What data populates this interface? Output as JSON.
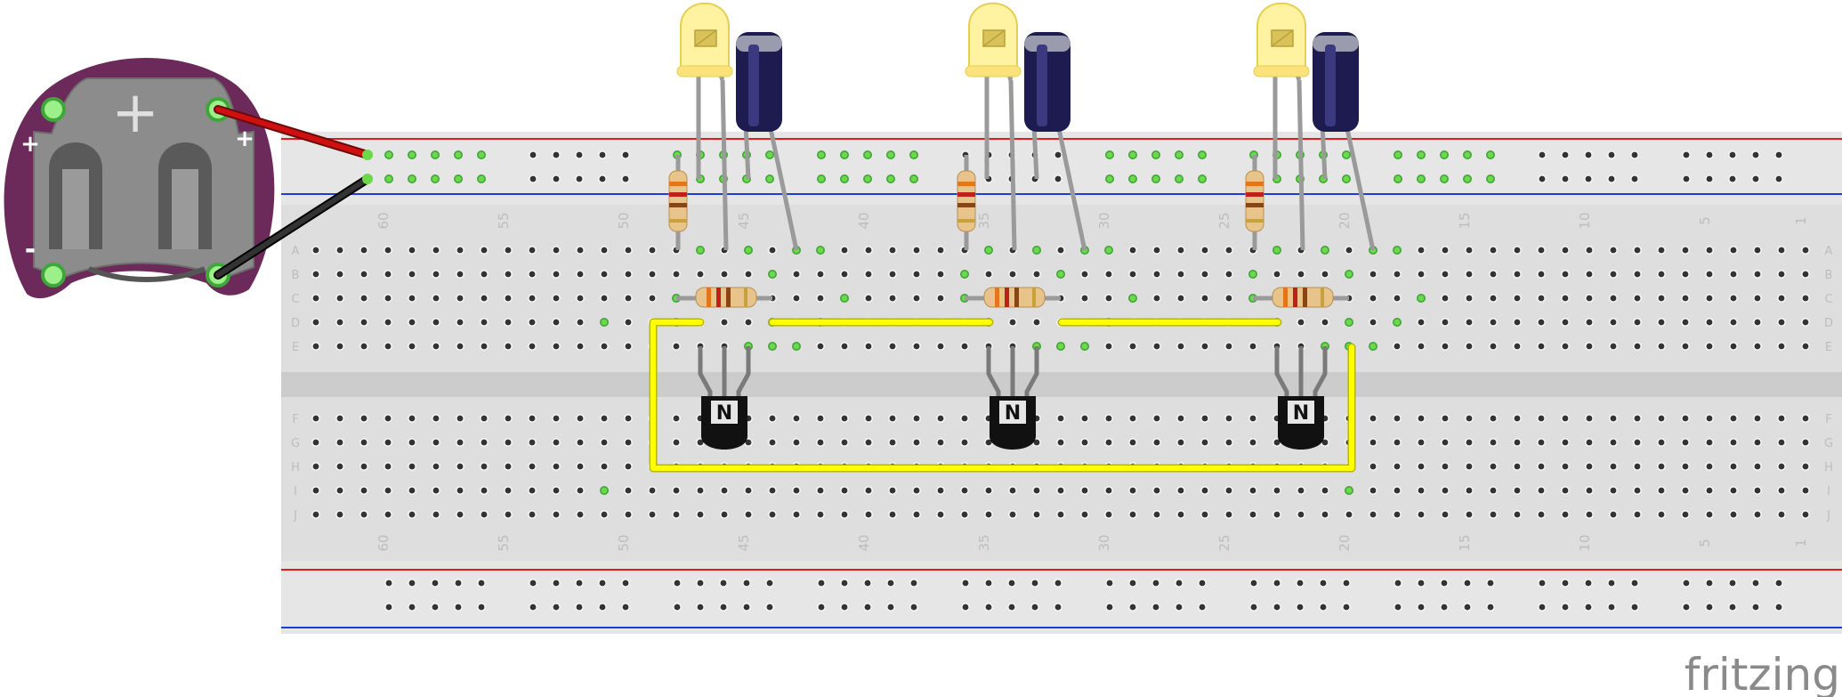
{
  "app": {
    "brand": "fritzing"
  },
  "battery": {
    "plus_top": "+",
    "plus_right": "+",
    "plus_left": "+",
    "minus_left": "-"
  },
  "breadboard": {
    "columns": 63,
    "row_labels_top": [
      "A",
      "B",
      "C",
      "D",
      "E"
    ],
    "row_labels_bottom": [
      "F",
      "G",
      "H",
      "I",
      "J"
    ],
    "column_numbers": [
      "60",
      "55",
      "50",
      "45",
      "40",
      "35",
      "30",
      "25",
      "20",
      "15",
      "10",
      "5",
      "1"
    ]
  },
  "transistors": [
    {
      "label": "N"
    },
    {
      "label": "N"
    },
    {
      "label": "N"
    }
  ],
  "colors": {
    "battery_board": "#6b2a5a",
    "red_wire": "#d01010",
    "black_wire": "#1a1a1a",
    "yellow_wire": "#ffff00",
    "connected_hole": "#6cd84a",
    "led_yellow": "#fff2a0",
    "capacitor": "#1d1b4f",
    "rail_red_line": "#e21b1b",
    "rail_blue_line": "#1b3fd6"
  }
}
